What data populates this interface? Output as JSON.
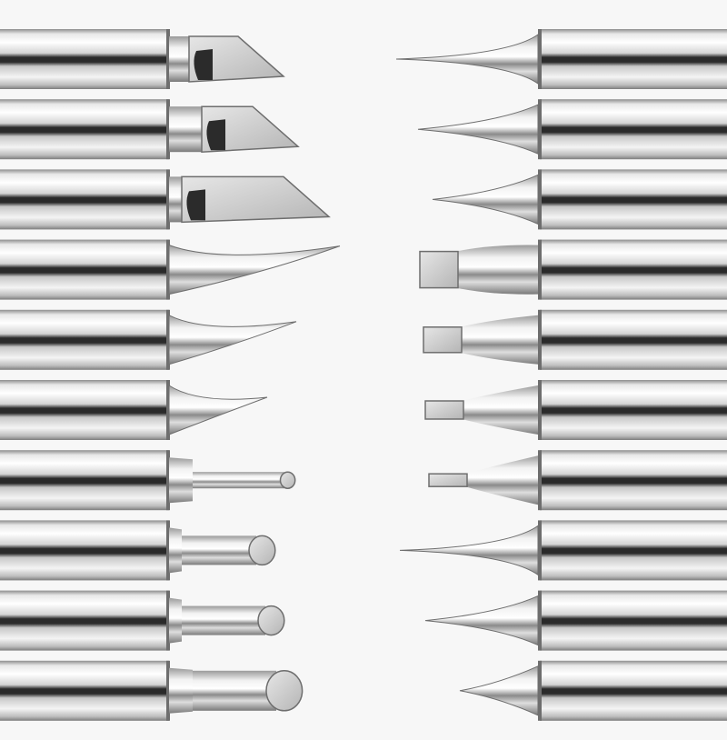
{
  "scene": {
    "subject": "soldering-iron-tip-set",
    "background_color": "#f7f7f7",
    "metal_colors": {
      "highlight": "#ffffff",
      "light": "#dcdcdc",
      "mid": "#a6a6a6",
      "dark": "#2b2b2b",
      "edge": "#6e6e6e"
    },
    "left_column": [
      {
        "tip": "knife-k",
        "size": "large"
      },
      {
        "tip": "knife-k",
        "size": "small"
      },
      {
        "tip": "knife-k",
        "size": "wide"
      },
      {
        "tip": "bent-is",
        "size": "long"
      },
      {
        "tip": "bent-is",
        "size": "medium"
      },
      {
        "tip": "bent-is",
        "size": "short"
      },
      {
        "tip": "bevel-c",
        "size": "small"
      },
      {
        "tip": "bevel-c",
        "size": "medium"
      },
      {
        "tip": "bevel-c",
        "size": "large"
      },
      {
        "tip": "bevel-c",
        "size": "wide"
      }
    ],
    "right_column": [
      {
        "tip": "conical-i",
        "size": "fine"
      },
      {
        "tip": "conical-b",
        "size": "short"
      },
      {
        "tip": "conical-b",
        "size": "medium"
      },
      {
        "tip": "chisel-d",
        "size": "large"
      },
      {
        "tip": "chisel-d",
        "size": "medium"
      },
      {
        "tip": "chisel-d",
        "size": "small"
      },
      {
        "tip": "chisel-d",
        "size": "fine"
      },
      {
        "tip": "conical-i",
        "size": "long"
      },
      {
        "tip": "conical-b",
        "size": "long"
      },
      {
        "tip": "conical-b",
        "size": "fine"
      }
    ]
  }
}
